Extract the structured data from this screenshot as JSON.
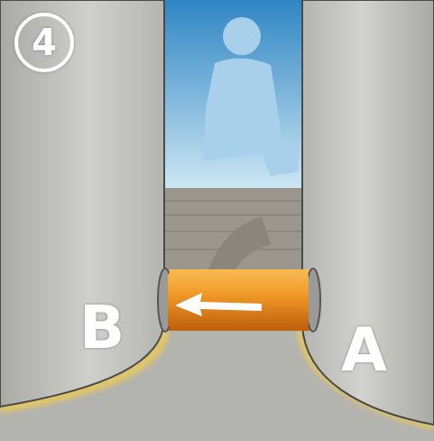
{
  "diagram": {
    "labels": [
      "4",
      "B",
      "A"
    ]
  }
}
